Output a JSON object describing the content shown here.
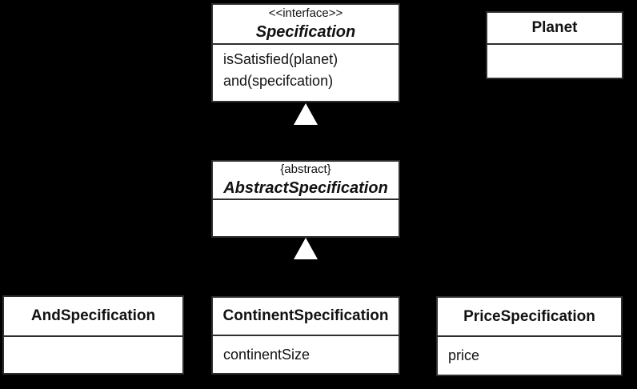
{
  "diagram": {
    "type": "uml-class-diagram",
    "background_color": "#000000",
    "box_fill_color": "#ffffff",
    "box_border_color": "#2e2e2e",
    "text_color": "#121212",
    "arrow_fill_color": "#ffffff"
  },
  "classes": {
    "specification": {
      "stereotype": "<<interface>>",
      "name": "Specification",
      "members": [
        "isSatisfied(planet)",
        "and(specifcation)"
      ]
    },
    "planet": {
      "name": "Planet",
      "members": []
    },
    "abstract_specification": {
      "stereotype": "{abstract}",
      "name": "AbstractSpecification",
      "members": []
    },
    "and_specification": {
      "name": "AndSpecification",
      "members": []
    },
    "continent_specification": {
      "name": "ContinentSpecification",
      "members": [
        "continentSize"
      ]
    },
    "price_specification": {
      "name": "PriceSpecification",
      "members": [
        "price"
      ]
    }
  },
  "relations": [
    {
      "type": "generalization",
      "from": "AbstractSpecification",
      "to": "Specification"
    },
    {
      "type": "generalization",
      "from": "AndSpecification / ContinentSpecification / PriceSpecification",
      "to": "AbstractSpecification"
    }
  ]
}
